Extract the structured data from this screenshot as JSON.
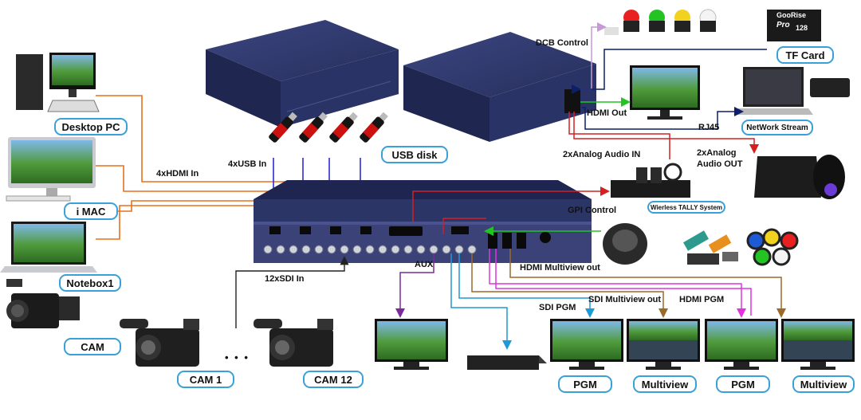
{
  "sources": {
    "desktop_pc": "Desktop PC",
    "imac": "i MAC",
    "notebox": "Notebox1",
    "cam": "CAM",
    "cam1": "CAM 1",
    "cam12": "CAM 12",
    "ellipsis": "• • •"
  },
  "inputs": {
    "hdmi_in": "4xHDMI In",
    "usb_in": "4xUSB In",
    "sdi_in": "12xSDI In",
    "usb_disk": "USB  disk"
  },
  "controls": {
    "dcb_control": "DCB Control",
    "tf_card": "TF Card",
    "sd_card_brand": "GooRise",
    "sd_card_model": "Pro",
    "sd_card_size": "128",
    "hdmi_out": "HDMI Out",
    "rj45": "RJ45",
    "network_stream": "NetWork Stream",
    "analog_in": "2xAnalog Audio IN",
    "analog_out_line1": "2xAnalog",
    "analog_out_line2": "Audio OUT",
    "tally": "Wierless TALLY System",
    "gpi_control": "GPI Control"
  },
  "outputs": {
    "aux": "AUX",
    "hdmi_multiview_out": "HDMI Multiview out",
    "sdi_pgm": "SDI PGM",
    "sdi_multiview_out": "SDI Multiview out",
    "hdmi_pgm": "HDMI PGM",
    "pgm_1": "PGM",
    "multiview_1": "Multiview",
    "pgm_2": "PGM",
    "multiview_2": "Multiview"
  },
  "colors": {
    "orange": "#e8701e",
    "blue_line": "#2b2bd6",
    "red_line": "#d42020",
    "green_line": "#22c322",
    "navy_line": "#0b1f6b",
    "purple_line": "#7a2a9a",
    "cyan_line": "#1e9ad6",
    "magenta_line": "#e033e0",
    "brown_line": "#9a6a2a",
    "lilac_line": "#c79ad6",
    "pill_border": "#3aa0d8",
    "device_body": "#2b3566"
  }
}
